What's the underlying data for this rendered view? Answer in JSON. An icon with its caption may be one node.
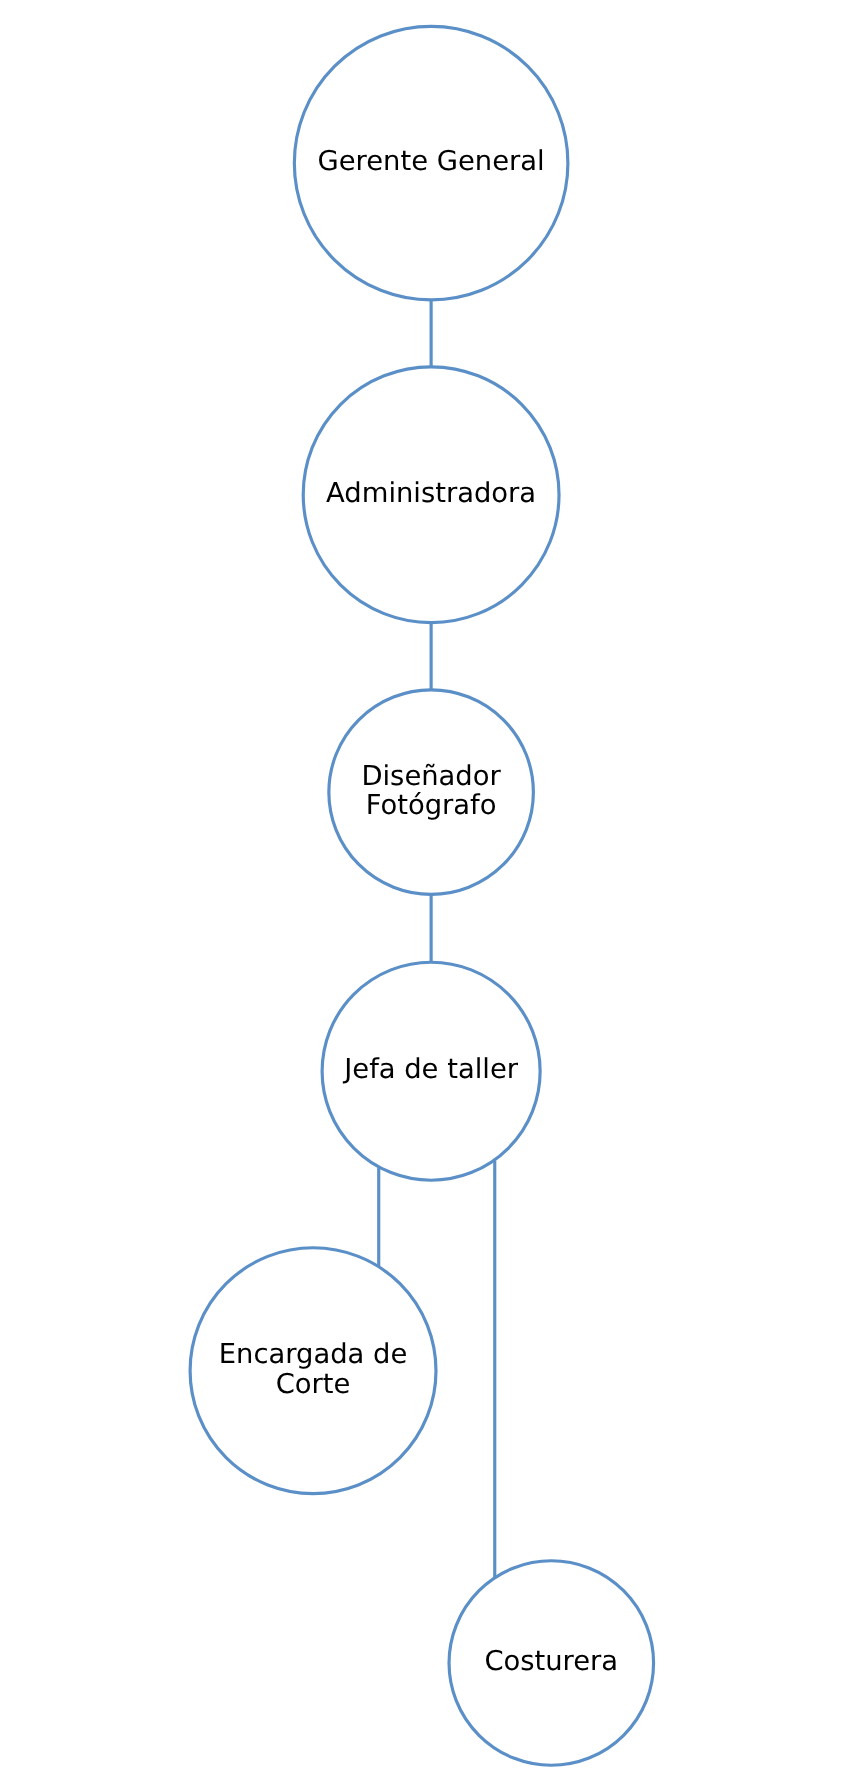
{
  "diagram": {
    "nodes": [
      {
        "text": [
          "Gerente General"
        ]
      },
      {
        "text": [
          "Administradora"
        ]
      },
      {
        "text": [
          "Diseñador Fotógrafo"
        ]
      },
      {
        "text": [
          "Jefa de taller"
        ]
      },
      {
        "text": [
          "Encargada de Corte"
        ]
      },
      {
        "text": [
          "Costurera"
        ]
      }
    ],
    "edges": [
      {
        "from": 0,
        "to": 1,
        "arrow": "none"
      },
      {
        "from": 1,
        "to": 2,
        "arrow": "none"
      },
      {
        "from": 2,
        "to": 3,
        "arrow": "none"
      },
      {
        "from": 3,
        "to": 4,
        "arrow": "none"
      },
      {
        "from": 3,
        "to": 5,
        "arrow": "none"
      }
    ]
  }
}
